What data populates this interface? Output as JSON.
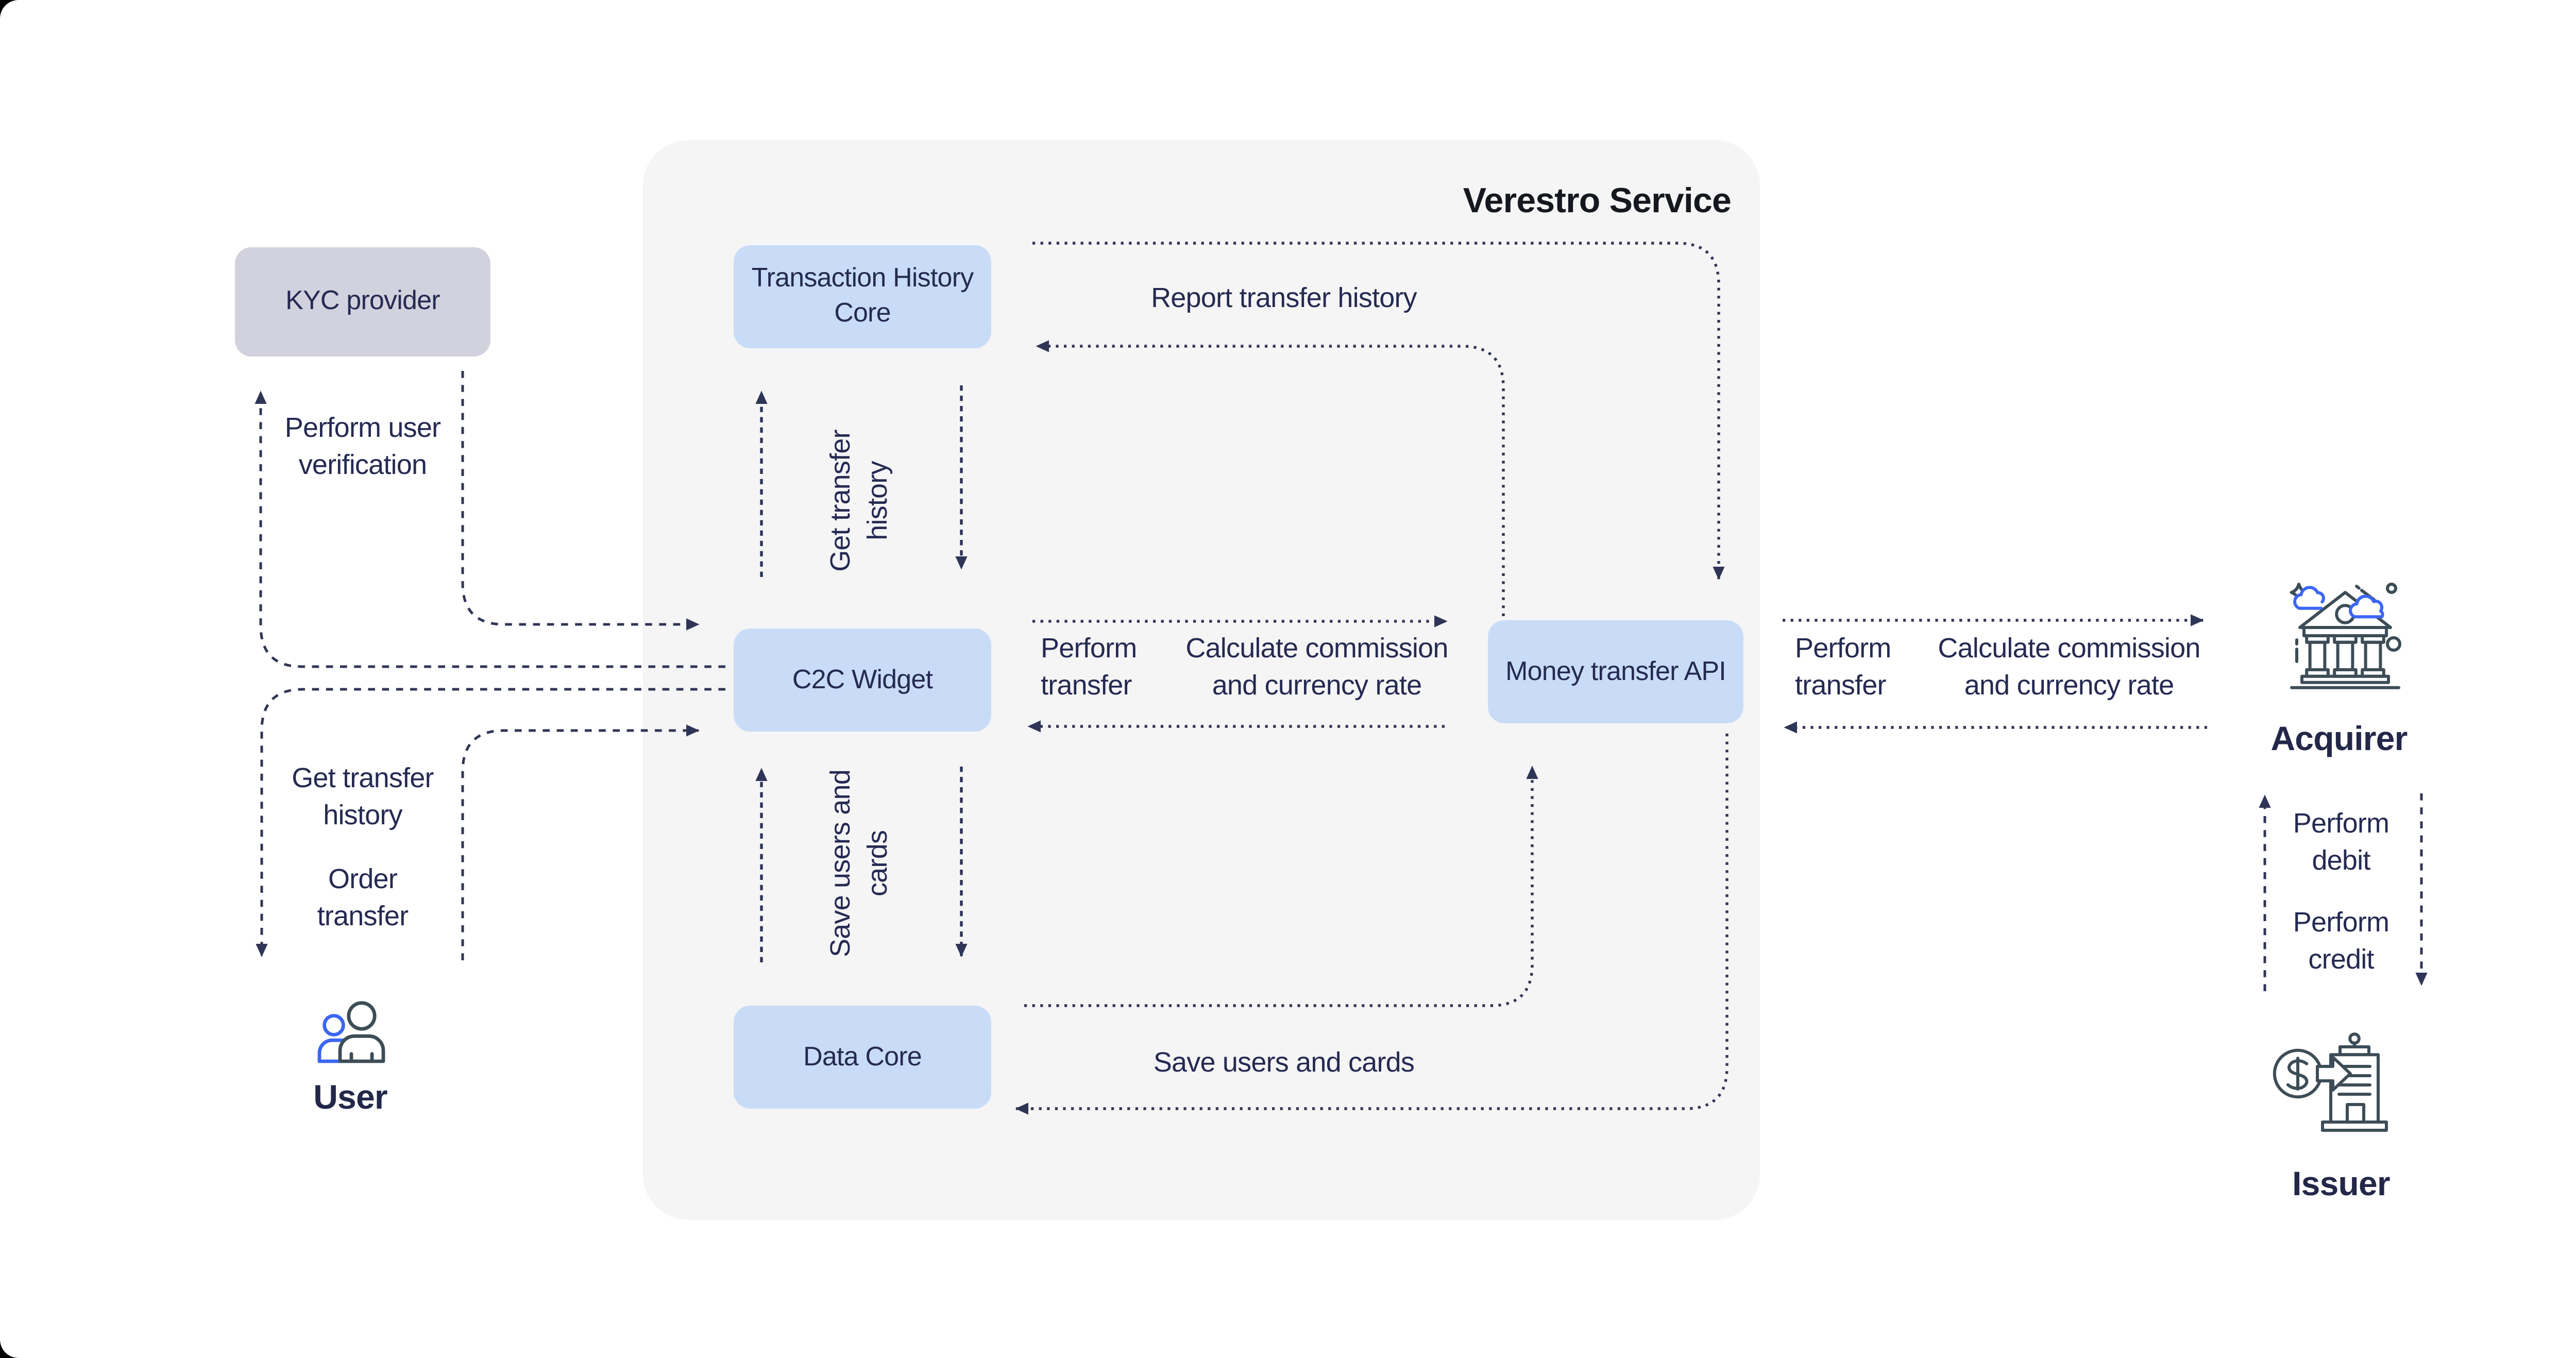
{
  "colors": {
    "container_bg": "#f5f5f6",
    "box_blue": "#c9dcf7",
    "box_lavender": "#d2d1de",
    "navy": "#252a52",
    "line": "#2f3556",
    "icon_stroke": "#3d4d57",
    "icon_blue": "#3b66f5"
  },
  "container": {
    "title": "Verestro Service"
  },
  "nodes": {
    "kyc": {
      "label": "KYC provider"
    },
    "thc": {
      "label": "Transaction History\nCore"
    },
    "c2c": {
      "label": "C2C Widget"
    },
    "mta": {
      "label": "Money transfer API"
    },
    "dc": {
      "label": "Data Core"
    }
  },
  "actors": {
    "user": {
      "label": "User"
    },
    "acquirer": {
      "label": "Acquirer"
    },
    "issuer": {
      "label": "Issuer"
    }
  },
  "edge_labels": {
    "report_history": "Report transfer history",
    "get_history_vertical": "Get transfer\nhistory",
    "save_users_vertical": "Save users and\ncards",
    "save_users_horizontal": "Save users and cards",
    "perform_transfer_mid": "Perform\ntransfer",
    "calc_commission_mid": "Calculate commission\nand currency rate",
    "perform_transfer_right": "Perform\ntransfer",
    "calc_commission_right": "Calculate commission\nand currency rate",
    "perform_user_verification": "Perform user\nverification",
    "get_history_left": "Get transfer\nhistory",
    "order_transfer": "Order\ntransfer",
    "perform_debit": "Perform\ndebit",
    "perform_credit": "Perform\ncredit"
  }
}
